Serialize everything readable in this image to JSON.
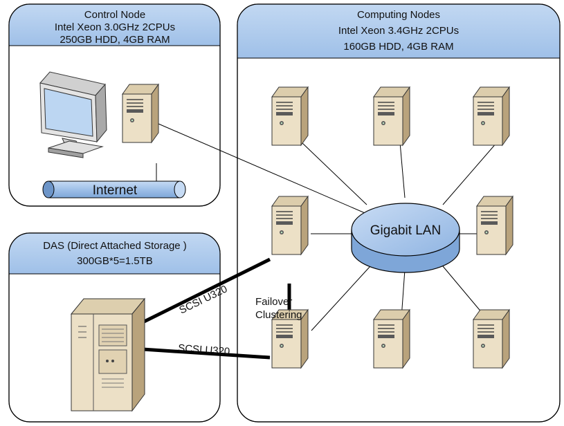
{
  "panels": {
    "control": {
      "title_line1": "Control Node",
      "title_line2": "Intel Xeon 3.0GHz 2CPUs",
      "title_line3": "250GB HDD, 4GB RAM"
    },
    "computing": {
      "title_line1": "Computing Nodes",
      "title_line2": "Intel Xeon 3.4GHz 2CPUs",
      "title_line3": "160GB HDD, 4GB RAM"
    },
    "das": {
      "title_line1": "DAS (Direct Attached Storage )",
      "title_line2": "300GB*5=1.5TB"
    }
  },
  "network": {
    "lan_label": "Gigabit LAN",
    "internet_label": "Internet"
  },
  "links": {
    "scsi_upper": "SCSI U320",
    "scsi_lower": "SCSI U320",
    "failover_line1": "Failover",
    "failover_line2": "Clustering"
  },
  "colors": {
    "panel_header": "#aac8ec",
    "lan_fill": "#aac8ec",
    "server_body": "#e9dcc0",
    "server_side": "#bba57f",
    "server_top": "#d6c7a6"
  },
  "icons": [
    "server-tower-icon",
    "monitor-icon",
    "storage-array-icon",
    "network-hub-icon",
    "pipe-icon"
  ]
}
